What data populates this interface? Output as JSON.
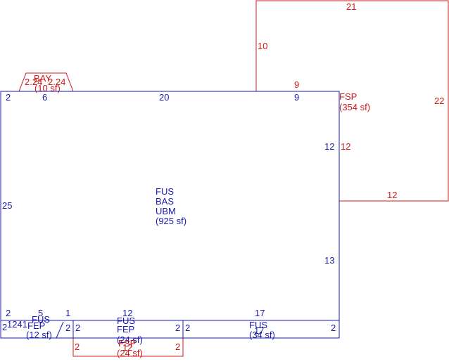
{
  "colors": {
    "main_structure": "#1a1ab0",
    "secondary_structure": "#d01a1a",
    "background": "#ffffff"
  },
  "main_area": {
    "codes": [
      "FUS",
      "BAS",
      "UBM"
    ],
    "area": "(925 sf)",
    "dimensions": {
      "top": "20",
      "left": "25",
      "right_upper": "12",
      "right_lower": "13",
      "bottom": "17",
      "top_left_corner": "2",
      "top_left_step": "6",
      "top_right_step": "9"
    }
  },
  "bay": {
    "code": "BAY",
    "area": "(10 sf)",
    "dims": "2.24",
    "dims_right": "2.24"
  },
  "fsp": {
    "code": "FSP",
    "area": "(354 sf)",
    "dimensions": {
      "top": "21",
      "left": "10",
      "right": "22",
      "bottom": "12",
      "inner_side": "12",
      "step": "9"
    }
  },
  "bottom_left": {
    "codes": [
      "FUS",
      "FEP"
    ],
    "area": "(12 sf)",
    "dims": {
      "top": "5",
      "left": "2",
      "left_label": "1241",
      "right": "2",
      "top_right": "1",
      "corner": "2"
    }
  },
  "bottom_center": {
    "codes": [
      "FUS",
      "FEP"
    ],
    "area": "(24 sf)",
    "dims": {
      "top": "12",
      "left": "2",
      "right": "2",
      "bottom": "12",
      "bottom_left": "2",
      "bottom_right": "2"
    }
  },
  "bottom_center_red": {
    "code": "FSP",
    "area": "(24 sf)",
    "dims": {
      "bottom": "12",
      "left": "2",
      "right": "2"
    }
  },
  "bottom_right": {
    "code": "FUS",
    "area": "(34 sf)",
    "dims": {
      "top": "17",
      "left": "2",
      "right": "2",
      "bottom": "17"
    }
  }
}
